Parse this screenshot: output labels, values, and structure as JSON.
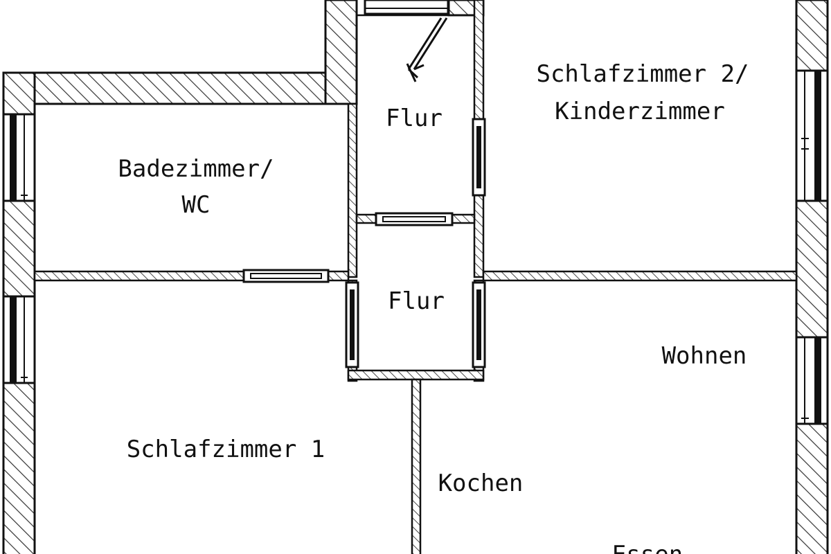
{
  "plan": {
    "colors": {
      "wall_line": "#111111",
      "hatch": "#333333",
      "background": "#ffffff"
    },
    "rooms": {
      "bathroom": {
        "line1": "Badezimmer/",
        "line2": "WC"
      },
      "hall_upper": {
        "label": "Flur"
      },
      "hall_lower": {
        "label": "Flur"
      },
      "bedroom2": {
        "line1": "Schlafzimmer 2/",
        "line2": "Kinderzimmer"
      },
      "bedroom1": {
        "label": "Schlafzimmer 1"
      },
      "kitchen": {
        "label": "Kochen"
      },
      "living": {
        "label": "Wohnen"
      },
      "dining": {
        "label": "Essen"
      }
    },
    "icons": [
      "door-swing-icon",
      "window-icon",
      "door-icon"
    ]
  }
}
